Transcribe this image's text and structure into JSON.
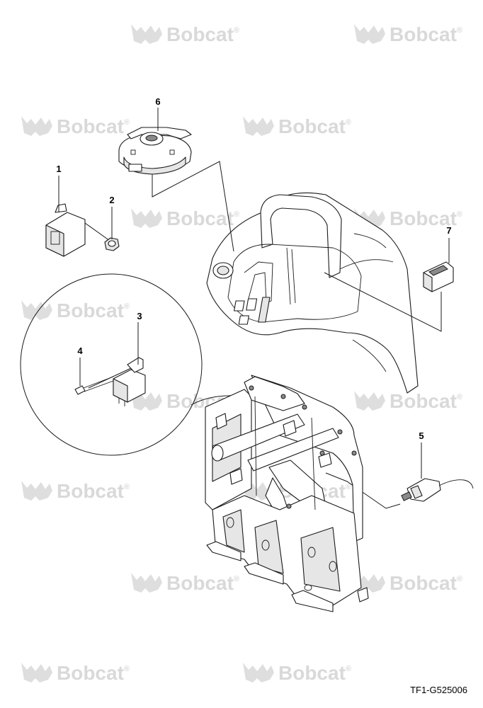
{
  "watermark": {
    "brand": "Bobcat",
    "registered": "®"
  },
  "callouts": {
    "c1": "1",
    "c2": "2",
    "c3": "3",
    "c4": "4",
    "c5": "5",
    "c6": "6",
    "c7": "7"
  },
  "figure_id": "TF1-G525006"
}
